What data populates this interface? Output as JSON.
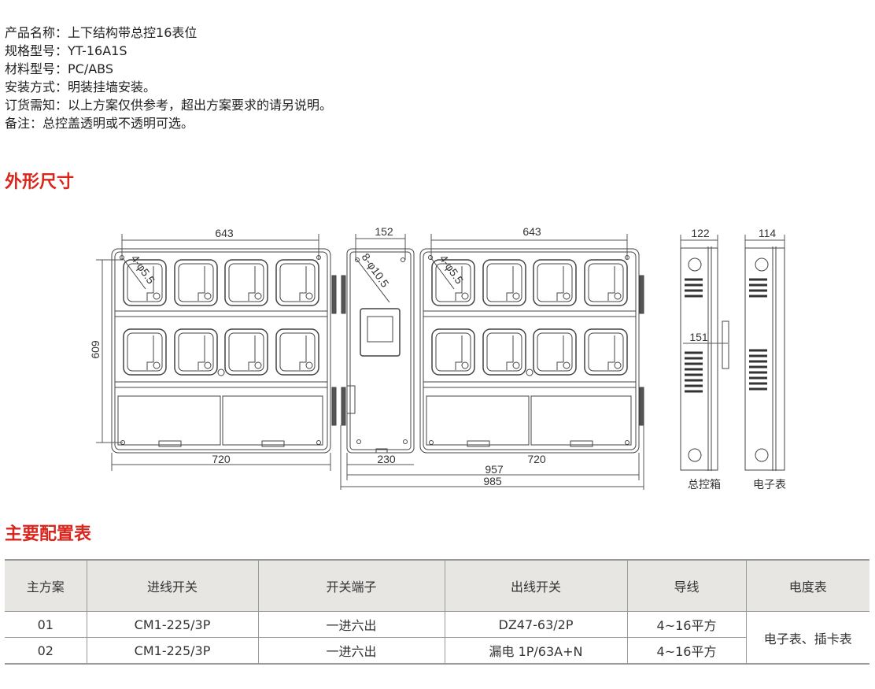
{
  "specs": [
    {
      "label": "产品名称：",
      "value": "上下结构带总控16表位"
    },
    {
      "label": "规格型号：",
      "value": "YT-16A1S"
    },
    {
      "label": "材料型号：",
      "value": "PC/ABS"
    },
    {
      "label": "安装方式：",
      "value": "明装挂墙安装。"
    },
    {
      "label": "订货需知：",
      "value": "以上方案仅供参考，超出方案要求的请另说明。"
    },
    {
      "label": "备注：",
      "value": "总控盖透明或不透明可选。"
    }
  ],
  "section_dimensions": "外形尺寸",
  "section_config": "主要配置表",
  "drawing": {
    "dim_643_left": "643",
    "dim_152": "152",
    "dim_643_right": "643",
    "dim_609": "609",
    "dim_720_left": "720",
    "dim_230": "230",
    "dim_720_right": "720",
    "dim_957": "957",
    "dim_985": "985",
    "dim_122": "122",
    "dim_114": "114",
    "dim_151": "151",
    "hole_left": "4-φ5.5",
    "hole_center": "8-φ10.5",
    "hole_right": "4-φ5.5",
    "label_main_box": "总控箱",
    "label_meter_box": "电子表"
  },
  "table": {
    "headers": [
      "主方案",
      "进线开关",
      "开关端子",
      "出线开关",
      "导线",
      "电度表"
    ],
    "rows": [
      [
        "01",
        "CM1-225/3P",
        "一进六出",
        "DZ47-63/2P",
        "4~16平方"
      ],
      [
        "02",
        "CM1-225/3P",
        "一进六出",
        "漏电 1P/63A+N",
        "4~16平方"
      ]
    ],
    "meter_merged": "电子表、插卡表"
  }
}
